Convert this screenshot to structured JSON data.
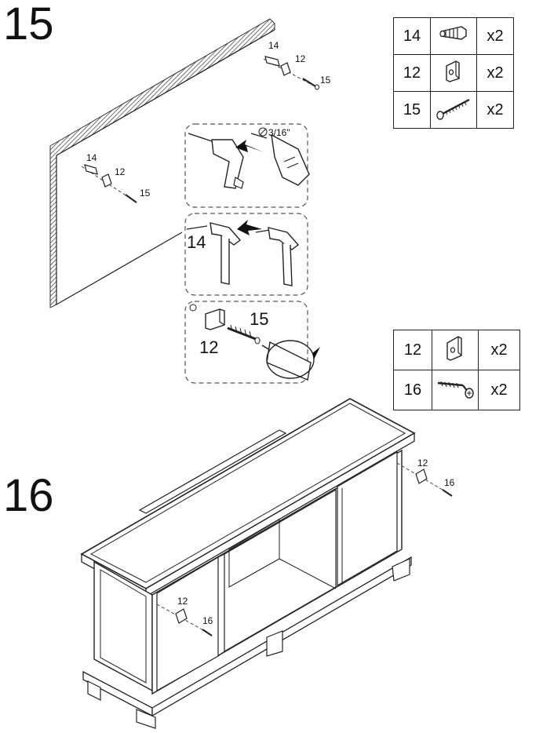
{
  "step15": {
    "number": "15",
    "parts": [
      {
        "id": "14",
        "qty": "x2",
        "icon": "anchor-icon"
      },
      {
        "id": "12",
        "qty": "x2",
        "icon": "bracket-icon"
      },
      {
        "id": "15",
        "qty": "x2",
        "icon": "screw-icon"
      }
    ],
    "wall_labels": {
      "anchor": "14",
      "bracket": "12",
      "screw": "15"
    },
    "drill_size": "3/16\"",
    "hammer_label": "14",
    "screw_detail": {
      "screw_label": "15",
      "bracket_label": "12"
    }
  },
  "step16": {
    "number": "16",
    "parts": [
      {
        "id": "12",
        "qty": "x2",
        "icon": "bracket-icon"
      },
      {
        "id": "16",
        "qty": "x2",
        "icon": "screw-icon"
      }
    ],
    "right_labels": {
      "bracket": "12",
      "screw": "16"
    },
    "left_labels": {
      "bracket": "12",
      "screw": "16"
    }
  }
}
